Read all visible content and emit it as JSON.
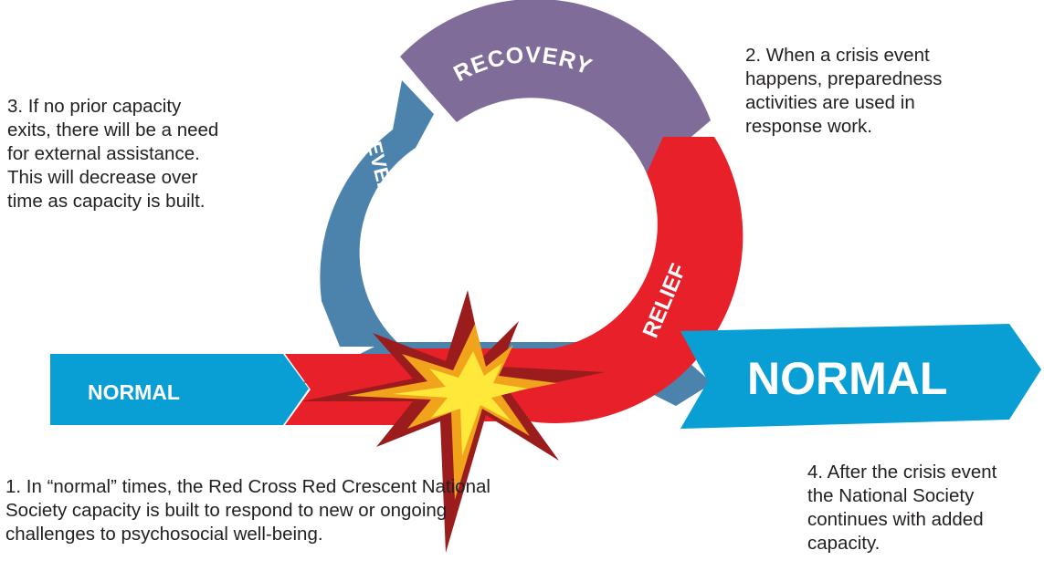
{
  "colors": {
    "normal_blue": "#0a9fd4",
    "development_blue": "#4b83ad",
    "recovery_purple": "#7f6c98",
    "relief_red": "#e8202a",
    "burst_dark_red": "#9b1c1c",
    "burst_orange": "#f2a31c",
    "burst_yellow": "#ffe83a",
    "text": "#231f20"
  },
  "phases": {
    "recovery": "RECOVERY",
    "development": "DEVELOPMENT",
    "relief": "RELIEF"
  },
  "bands": {
    "normal_left": "NORMAL",
    "normal_right": "NORMAL"
  },
  "notes": {
    "note_1": "1. In “normal” times, the Red Cross Red Crescent National\nSociety capacity is built to respond to new or ongoing\nchallenges to psychosocial well-being.",
    "note_2": "2. When a crisis event\nhappens, preparedness\nactivities are used in\nresponse work.",
    "note_3": "3. If no prior capacity\nexits, there will be a need\nfor external assistance.\nThis will decrease over\ntime as capacity is built.",
    "note_4": "4. After the crisis event\nthe National Society\ncontinues with added\ncapacity."
  },
  "icons": {
    "crisis": "crisis-burst-icon"
  }
}
